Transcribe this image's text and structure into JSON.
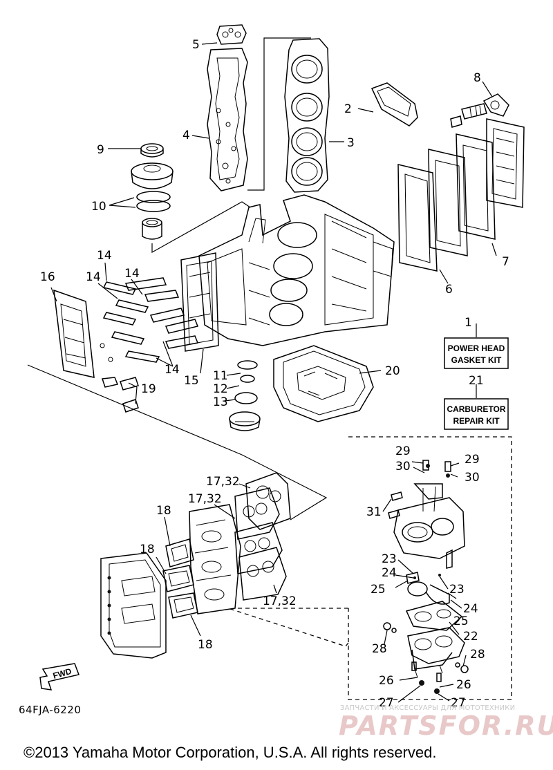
{
  "callouts": {
    "c1": "1",
    "c2": "2",
    "c3": "3",
    "c4": "4",
    "c5": "5",
    "c6": "6",
    "c7": "7",
    "c8": "8",
    "c9": "9",
    "c10": "10",
    "c11": "11",
    "c12": "12",
    "c13": "13",
    "c14a": "14",
    "c14b": "14",
    "c14c": "14",
    "c14d": "14",
    "c15": "15",
    "c16": "16",
    "c17a": "17,32",
    "c17b": "17,32",
    "c17c": "17,32",
    "c18a": "18",
    "c18b": "18",
    "c18c": "18",
    "c19": "19",
    "c20": "20",
    "c21": "21",
    "c22": "22",
    "c23a": "23",
    "c23b": "23",
    "c24a": "24",
    "c24b": "24",
    "c25a": "25",
    "c25b": "25",
    "c26a": "26",
    "c26b": "26",
    "c27a": "27",
    "c27b": "27",
    "c28a": "28",
    "c28b": "28",
    "c29a": "29",
    "c29b": "29",
    "c30a": "30",
    "c30b": "30",
    "c31": "31"
  },
  "kits": {
    "power_head_line1": "POWER HEAD",
    "power_head_line2": "GASKET KIT",
    "carburetor_line1": "CARBURETOR",
    "carburetor_line2": "REPAIR KIT"
  },
  "fwd_label": "FWD",
  "diagram_code": "64FJA-6220",
  "copyright": "©2013 Yamaha Motor Corporation, U.S.A. All rights reserved.",
  "watermark": {
    "top_text": "ЗАПЧАСТИ И АКСЕССУАРЫ ДЛЯ МОТОТЕХНИКИ",
    "logo_text": "PARTSFOR.RU"
  }
}
